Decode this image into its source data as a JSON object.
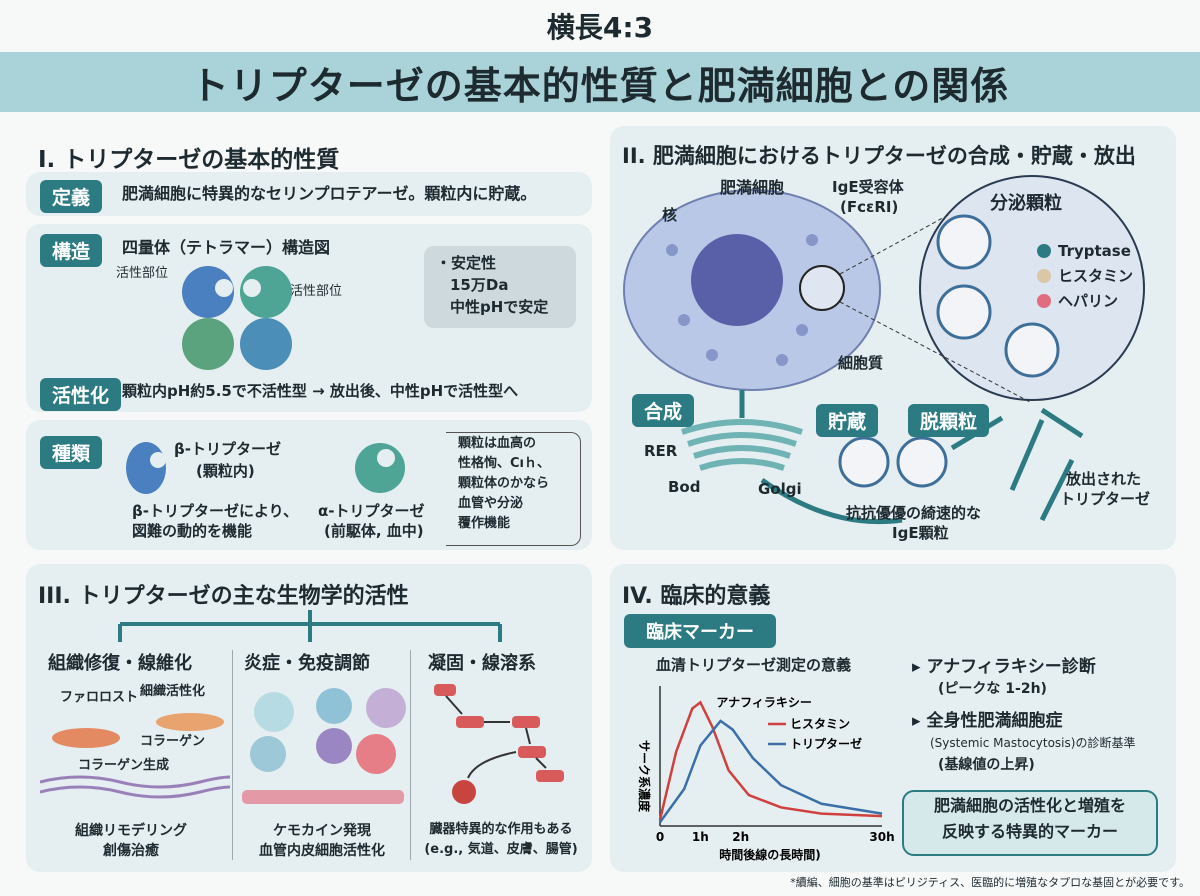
{
  "header": {
    "aspect_label": "横長4:3",
    "title": "トリプターゼの基本的性質と肥満細胞との関係"
  },
  "section1": {
    "title": "I. トリプターゼの基本的性質",
    "definition": {
      "tag": "定義",
      "text": "肥満細胞に特異的なセリンプロテアーゼ。顆粒内に貯蔵。"
    },
    "structure": {
      "tag": "構造",
      "diagram_title": "四量体（テトラマー）構造図",
      "site_label_left": "活性部位",
      "site_label_right": "活性部位",
      "stability_lines": [
        "・安定性",
        "15万Da",
        "中性pHで安定"
      ]
    },
    "activation": {
      "tag": "活性化",
      "text": "顆粒内pH約5.5で不活性型 → 放出後、中性pHで活性型へ"
    },
    "types": {
      "tag": "種類",
      "beta_name": "β-トリプターゼ",
      "beta_sub": "(顆粒内)",
      "beta_desc": [
        "β-トリプターゼにより、",
        "図難の動的を機能"
      ],
      "alpha_name": "α-トリプターゼ",
      "alpha_sub": "(前駆体, 血中)",
      "bracket_lines": [
        "顆粒は血高の",
        "性格恂、Cıｈ、",
        "顆粒体のかなら",
        "血管や分泌",
        "覆作機能"
      ]
    }
  },
  "section2": {
    "title": "II. 肥満細胞におけるトリプターゼの合成・貯蔵・放出",
    "labels": {
      "mast_cell": "肥満細胞",
      "ige_receptor_1": "IgE受容体",
      "ige_receptor_2": "(FcεRI)",
      "nucleus": "核",
      "cytoplasm": "細胞質",
      "secretory_granule": "分泌顆粒",
      "legend_tryptase": "Tryptase",
      "legend_histamine": "ヒスタミン",
      "legend_heparin": "ヘパリン",
      "synthesis": "合成",
      "storage": "貯蔵",
      "degranulation": "脱顆粒",
      "rer": "RER",
      "bod": "Bod",
      "golgi": "Golgi",
      "ige_granule_1": "抗抗優優の綺速的な",
      "ige_granule_2": "IgE顆粒",
      "released_1": "放出された",
      "released_2": "トリプターゼ"
    }
  },
  "section3": {
    "title": "III. トリプターゼの主な生物学的活性",
    "col1": {
      "heading": "組織修復・線維化",
      "fibroblast": "ファロロスト",
      "tissue_activation": "細織活性化",
      "collagen": "コラーゲン",
      "collagen_gen": "コラーゲン生成",
      "footer": [
        "組織リモデリング",
        "創傷治癒"
      ]
    },
    "col2": {
      "heading": "炎症・免疫調節",
      "footer": [
        "ケモカイン発現",
        "血管内皮細胞活性化"
      ]
    },
    "col3": {
      "heading": "凝固・線溶系",
      "footer": [
        "臓器特異的な作用もある",
        "(e.g., 気道、皮膚、腸管)"
      ]
    }
  },
  "section4": {
    "title": "IV. 臨床的意義",
    "tag": "臨床マーカー",
    "bullets": [
      {
        "main": "アナフィラキシー診断",
        "sub": "(ピークな 1-2h)"
      },
      {
        "main": "全身性肥満細胞症",
        "sub": "(Systemic Mastocytosis)の診断基準",
        "sub2": "(基線値の上昇)"
      }
    ],
    "summary_box": [
      "肥満細胞の活性化と増殖を",
      "反映する特異的マーカー"
    ]
  },
  "chart_data": {
    "type": "line",
    "title": "血清トリプターゼ測定の意義",
    "annotation": "アナフィラキシー",
    "xlabel": "時間後線の長時間)",
    "ylabel": "サーク系濃度",
    "x_tick_labels": [
      "0",
      "1h",
      "2h",
      "30h"
    ],
    "series": [
      {
        "name": "ヒスタミン",
        "color": "#d0403f",
        "x": [
          0,
          0.4,
          0.8,
          1.0,
          1.3,
          1.7,
          2.2,
          3.0,
          4.0,
          5.5
        ],
        "y": [
          0.05,
          0.6,
          0.95,
          1.0,
          0.8,
          0.45,
          0.25,
          0.15,
          0.1,
          0.08
        ]
      },
      {
        "name": "トリプターゼ",
        "color": "#3b6fa8",
        "x": [
          0,
          0.6,
          1.0,
          1.5,
          1.8,
          2.3,
          3.0,
          4.0,
          5.5
        ],
        "y": [
          0.03,
          0.3,
          0.65,
          0.85,
          0.78,
          0.55,
          0.33,
          0.18,
          0.1
        ]
      }
    ],
    "xlim": [
      0,
      5.5
    ],
    "ylim": [
      0,
      1.1
    ]
  },
  "footnote": "*續編、細胞の基準はピリジティス、医臨的に増殖なタプロな基固とが必要です。",
  "colors": {
    "accent": "#2c7b83",
    "title_band": "#a9d3d8",
    "panel": "#e5eef0"
  }
}
